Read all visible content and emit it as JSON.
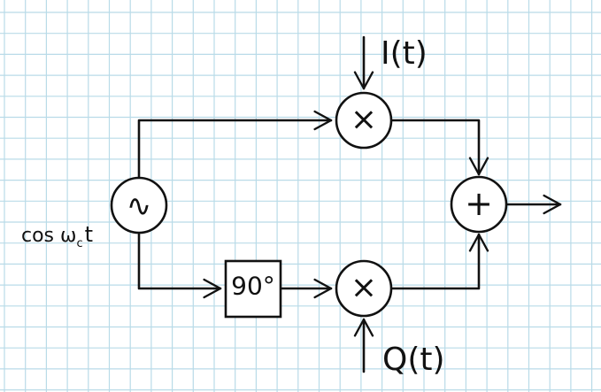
{
  "diagram": {
    "colors": {
      "grid": "#b9dbe8",
      "ink": "#111111",
      "background": "#ffffff"
    },
    "oscillator": {
      "symbol": "∿",
      "label_main": "cos ω",
      "label_sub": "c",
      "label_tail": "t"
    },
    "phase_shifter": {
      "label": "90°"
    },
    "mixer_top": {
      "symbol": "×",
      "input_label": "I(t)"
    },
    "mixer_bottom": {
      "symbol": "×",
      "input_label": "Q(t)"
    },
    "summer": {
      "symbol": "+"
    }
  }
}
